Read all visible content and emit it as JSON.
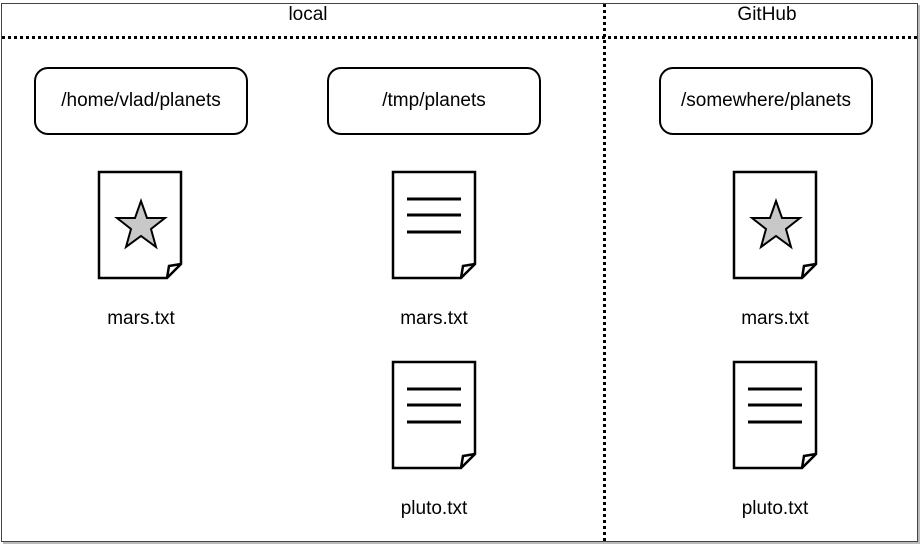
{
  "zones": {
    "local_label": "local",
    "github_label": "GitHub"
  },
  "directories": [
    {
      "path": "/home/vlad/planets",
      "files": [
        {
          "name": "mars.txt",
          "icon": "starred-document-icon"
        }
      ]
    },
    {
      "path": "/tmp/planets",
      "files": [
        {
          "name": "mars.txt",
          "icon": "text-document-icon"
        },
        {
          "name": "pluto.txt",
          "icon": "text-document-icon"
        }
      ]
    },
    {
      "path": "/somewhere/planets",
      "files": [
        {
          "name": "mars.txt",
          "icon": "starred-document-icon"
        },
        {
          "name": "pluto.txt",
          "icon": "text-document-icon"
        }
      ]
    }
  ],
  "colors": {
    "star_fill": "#c8c8c8",
    "stroke": "#000000"
  }
}
